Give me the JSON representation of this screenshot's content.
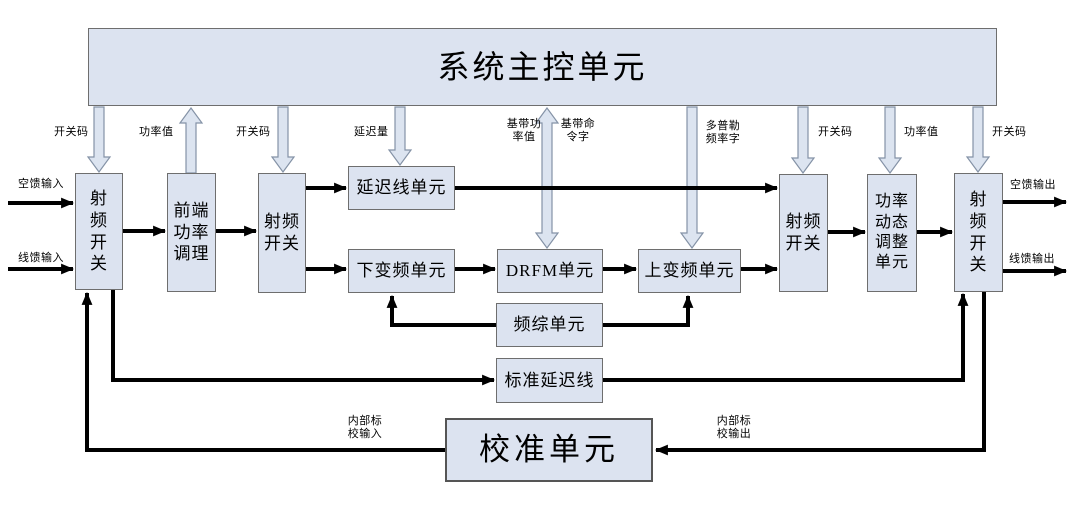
{
  "diagram": {
    "title": "系统主控单元",
    "blocks": {
      "rf_switch_in": "射\n频\n开\n关",
      "front_end_power": "前端\n功率\n调理",
      "rf_switch_2": "射频\n开关",
      "delay_line_unit": "延迟线单元",
      "down_converter": "下变频单元",
      "drfm_unit": "DRFM单元",
      "up_converter": "上变频单元",
      "freq_synth_unit": "频综单元",
      "standard_delay_line": "标准延迟线",
      "calibration_unit": "校准单元",
      "rf_switch_3": "射频\n开关",
      "power_dynamic_adjust": "功率\n动态\n调整\n单元",
      "rf_switch_out": "射\n频\n开\n关"
    },
    "control_labels": {
      "switch_code_1": "开关码",
      "power_value_1": "功率值",
      "switch_code_2": "开关码",
      "delay_amount": "延迟量",
      "baseband_power_value": "基带功\n率值",
      "baseband_command_word": "基带命\n令字",
      "doppler_freq_word": "多普勒\n频率字",
      "switch_code_3": "开关码",
      "power_value_2": "功率值",
      "switch_code_4": "开关码"
    },
    "io_labels": {
      "air_feed_input": "空馈输入",
      "line_feed_input": "线馈输入",
      "air_feed_output": "空馈输出",
      "line_feed_output": "线馈输出",
      "internal_cal_input": "内部标\n校输入",
      "internal_cal_output": "内部标\n校输出"
    },
    "colors": {
      "block_fill": "#dce3f0",
      "block_border": "#6e6e6e",
      "hollow_arrow_outline": "#8492a6",
      "wire": "#000000",
      "background": "#ffffff"
    }
  }
}
